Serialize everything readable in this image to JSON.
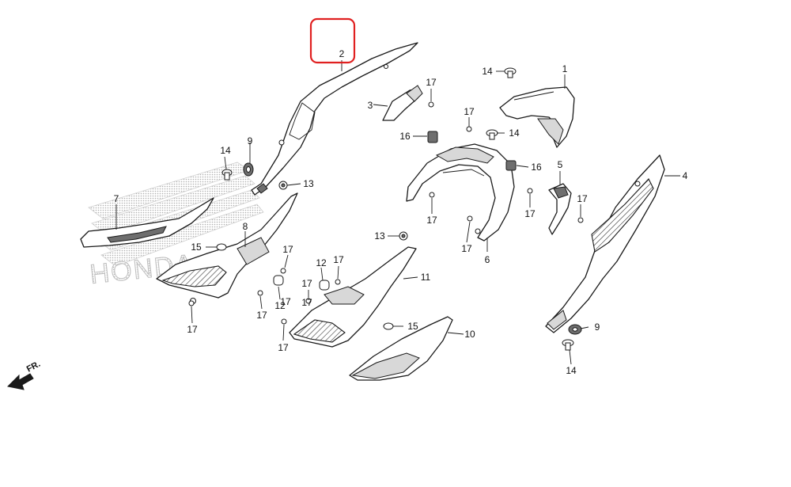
{
  "callouts": [
    {
      "id": "c2",
      "label": "2"
    },
    {
      "id": "c1",
      "label": "1"
    },
    {
      "id": "c3",
      "label": "3"
    },
    {
      "id": "c4",
      "label": "4"
    },
    {
      "id": "c5",
      "label": "5"
    },
    {
      "id": "c6",
      "label": "6"
    },
    {
      "id": "c7",
      "label": "7"
    },
    {
      "id": "c8",
      "label": "8"
    },
    {
      "id": "c9a",
      "label": "9"
    },
    {
      "id": "c9b",
      "label": "9"
    },
    {
      "id": "c10",
      "label": "10"
    },
    {
      "id": "c11",
      "label": "11"
    },
    {
      "id": "c12a",
      "label": "12"
    },
    {
      "id": "c12b",
      "label": "12"
    },
    {
      "id": "c13a",
      "label": "13"
    },
    {
      "id": "c13b",
      "label": "13"
    },
    {
      "id": "c14a",
      "label": "14"
    },
    {
      "id": "c14b",
      "label": "14"
    },
    {
      "id": "c14c",
      "label": "14"
    },
    {
      "id": "c14d",
      "label": "14"
    },
    {
      "id": "c15a",
      "label": "15"
    },
    {
      "id": "c15b",
      "label": "15"
    },
    {
      "id": "c16a",
      "label": "16"
    },
    {
      "id": "c16b",
      "label": "16"
    },
    {
      "id": "c17a",
      "label": "17"
    },
    {
      "id": "c17b",
      "label": "17"
    },
    {
      "id": "c17c",
      "label": "17"
    },
    {
      "id": "c17d",
      "label": "17"
    },
    {
      "id": "c17e",
      "label": "17"
    },
    {
      "id": "c17f",
      "label": "17"
    },
    {
      "id": "c17g",
      "label": "17"
    },
    {
      "id": "c17h",
      "label": "17"
    },
    {
      "id": "c17i",
      "label": "17"
    },
    {
      "id": "c17j",
      "label": "17"
    },
    {
      "id": "c17k",
      "label": "17"
    },
    {
      "id": "c17l",
      "label": "17"
    },
    {
      "id": "c17m",
      "label": "17"
    },
    {
      "id": "c17n",
      "label": "17"
    }
  ],
  "logo_text": "HONDA",
  "direction_label": "FR.",
  "highlight_color": "#e02020"
}
